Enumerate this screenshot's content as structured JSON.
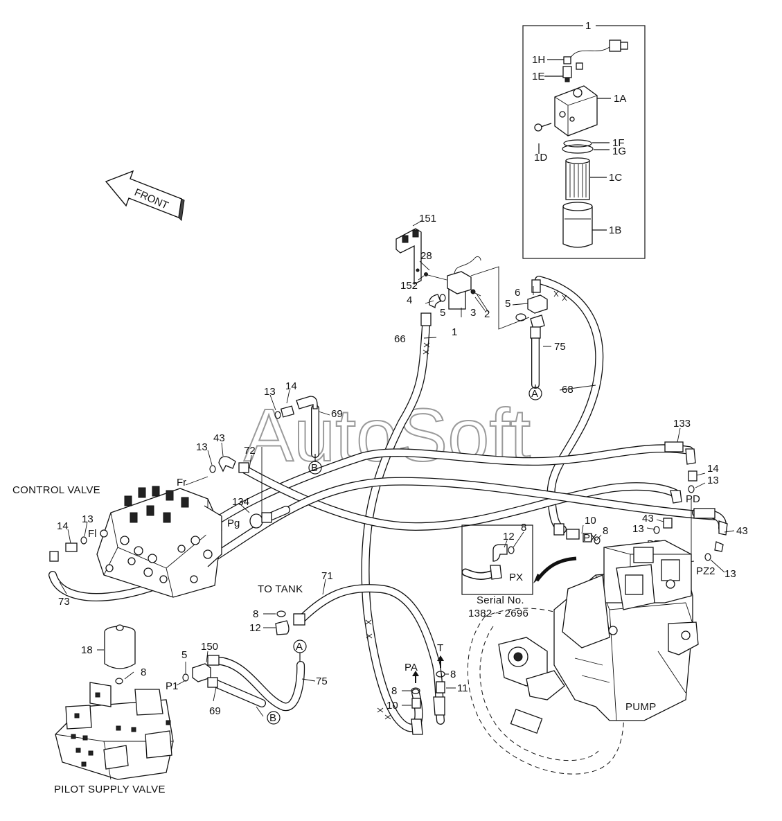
{
  "watermark": "AutoSoft",
  "front_arrow_label": "FRONT",
  "assemblies": {
    "control_valve": "CONTROL VALVE",
    "pilot_supply_valve": "PILOT SUPPLY VALVE",
    "pump": "PUMP",
    "to_tank": "TO  TANK",
    "serial_line1": "Serial No.",
    "serial_line2": "1382 ~ 2696"
  },
  "ports": {
    "fr": "Fr",
    "fl": "Fl",
    "pg": "Pg",
    "pd": "PD",
    "px": "PX",
    "px_inset": "PX",
    "pz1": "PZ1",
    "pz2": "PZ2",
    "p1": "P1",
    "pa": "PA",
    "t": "T"
  },
  "connectors": {
    "a1": "A",
    "a2": "A",
    "b1": "B",
    "b2": "B"
  },
  "part_numbers": {
    "p1_top": "1",
    "p1H": "1H",
    "p1E": "1E",
    "p1A": "1A",
    "p1F": "1F",
    "p1G": "1G",
    "p1D": "1D",
    "p1C": "1C",
    "p1B": "1B",
    "p151": "151",
    "p28": "28",
    "p152": "152",
    "p4": "4",
    "p5a": "5",
    "p1b": "1",
    "p3": "3",
    "p2": "2",
    "p6": "6",
    "p5b": "5",
    "p75a": "75",
    "p66": "66",
    "p68": "68",
    "p13a": "13",
    "p14a": "14",
    "p69a": "69",
    "p72": "72",
    "p13b": "13",
    "p43a": "43",
    "p134": "134",
    "p14b": "14",
    "p13c": "13",
    "p73": "73",
    "p133": "133",
    "p14c": "14",
    "p13d": "13",
    "p10a": "10",
    "p8a": "8",
    "p43b": "43",
    "p13e": "13",
    "p43c": "43",
    "p13f": "13",
    "p12a": "12",
    "p8b": "8",
    "p71": "71",
    "p8c": "8",
    "p12b": "12",
    "p18": "18",
    "p8d": "8",
    "p5c": "5",
    "p150": "150",
    "p75b": "75",
    "p69b": "69",
    "p8e": "8",
    "p8f": "8",
    "p11": "11",
    "p10b": "10"
  }
}
